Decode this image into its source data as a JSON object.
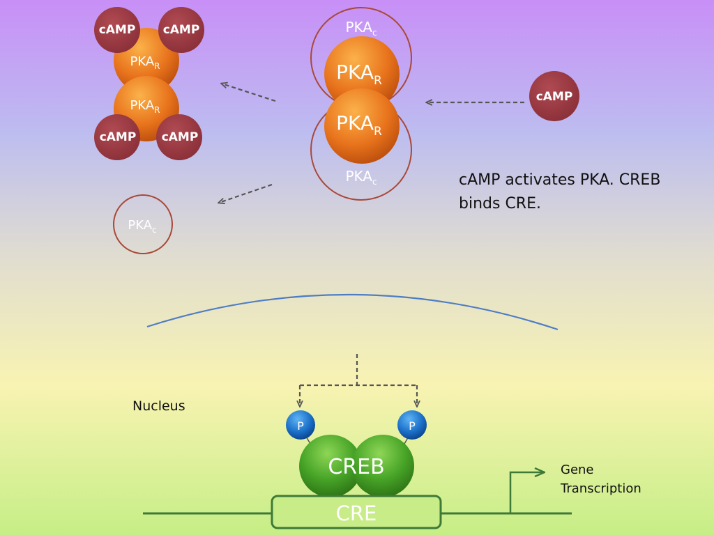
{
  "caption": {
    "line1": "cAMP activates PKA.  CREB",
    "line2": "binds CRE."
  },
  "labels": {
    "camp": "cAMP",
    "pka_base": "PKA",
    "pka_r_sub": "R",
    "pka_c_sub": "c",
    "nucleus": "Nucleus",
    "creb": "CREB",
    "cre": "CRE",
    "phosphate": "P",
    "gene_line1": "Gene",
    "gene_line2": "Transcription"
  },
  "colors": {
    "background_top": "#c890f5",
    "background_mid": "#f5f0b4",
    "background_bottom": "#c8ee8a",
    "camp": "#9e3a44",
    "pka_r": "#e8701c",
    "pka_c_outline": "#a84838",
    "creb": "#3f9a22",
    "phosphate": "#1a6fc8",
    "dna": "#3d7a38",
    "membrane": "#4f7dc4",
    "arrow": "#555555"
  }
}
